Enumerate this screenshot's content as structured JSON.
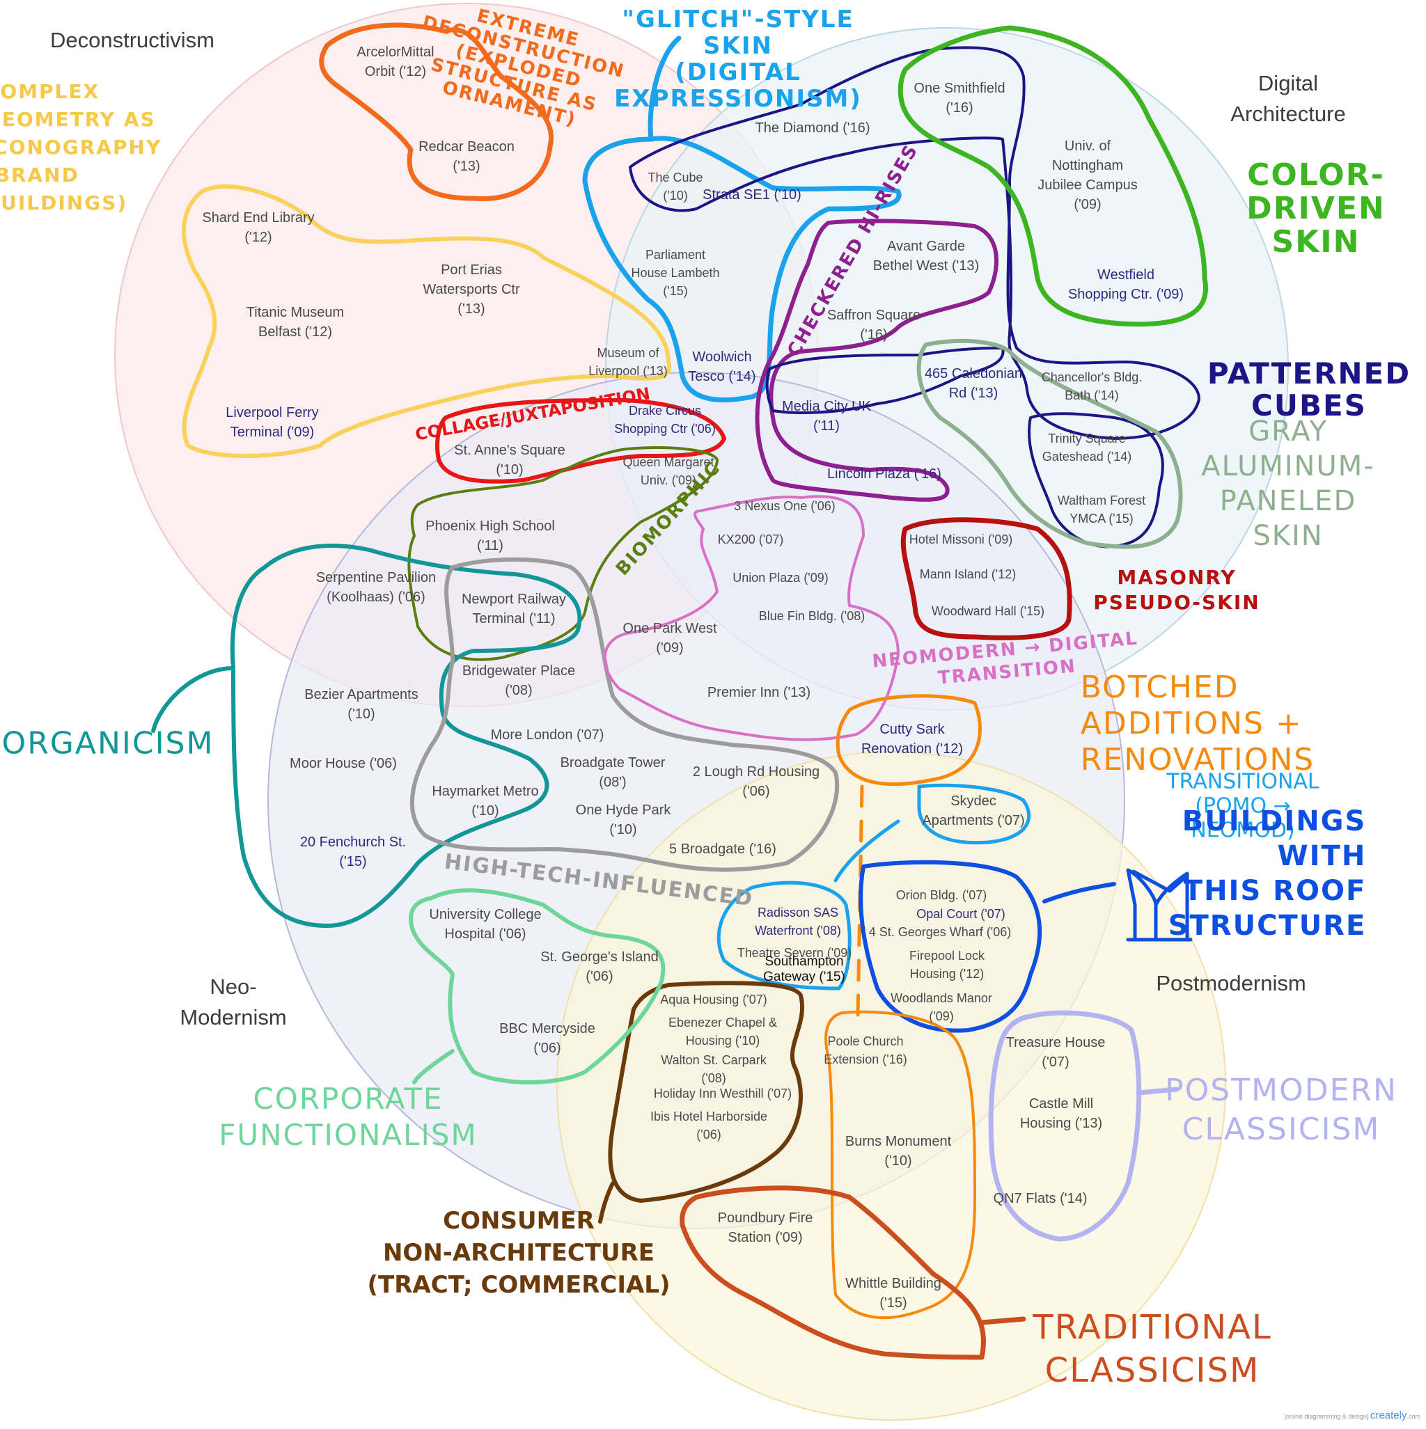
{
  "diagram": {
    "type": "venn",
    "sets": [
      {
        "id": "deconstructivism",
        "label": "Deconstructivism",
        "fill": "#fbe9ea",
        "stroke": "#f2c7cb"
      },
      {
        "id": "digital",
        "label": "Digital\nArchitecture",
        "fill": "#eaf3f7",
        "stroke": "#bcd7e4"
      },
      {
        "id": "neomodernism",
        "label": "Neo-\nModernism",
        "fill": "#ebebf7",
        "stroke": "#b8b8d8"
      },
      {
        "id": "postmodernism",
        "label": "Postmodernism",
        "fill": "#fbf5dc",
        "stroke": "#f0e1a8"
      }
    ],
    "buildings": [
      {
        "id": "arcelormittal",
        "text": "ArcelorMittal\nOrbit ('12)"
      },
      {
        "id": "redcar",
        "text": "Redcar Beacon\n('13)"
      },
      {
        "id": "shard-end",
        "text": "Shard End Library\n('12)"
      },
      {
        "id": "port-erias",
        "text": "Port Erias\nWatersports Ctr\n('13)"
      },
      {
        "id": "titanic",
        "text": "Titanic Museum\nBelfast ('12)"
      },
      {
        "id": "liverpool-ferry",
        "text": "Liverpool Ferry\nTerminal ('09)"
      },
      {
        "id": "the-cube",
        "text": "The Cube\n('10)"
      },
      {
        "id": "the-diamond",
        "text": "The Diamond ('16)"
      },
      {
        "id": "one-smithfield",
        "text": "One Smithfield\n('16)"
      },
      {
        "id": "univ-nottingham",
        "text": "Univ. of\nNottingham\nJubilee Campus\n('09)"
      },
      {
        "id": "westfield",
        "text": "Westfield\nShopping Ctr. ('09)"
      },
      {
        "id": "strata",
        "text": "Strata SE1 ('10)"
      },
      {
        "id": "parliament-house",
        "text": "Parliament\nHouse Lambeth\n('15)"
      },
      {
        "id": "avant-garde",
        "text": "Avant Garde\nBethel West ('13)"
      },
      {
        "id": "saffron-square",
        "text": "Saffron Square\n('16)"
      },
      {
        "id": "museum-liverpool",
        "text": "Museum of\nLiverpool ('13)"
      },
      {
        "id": "woolwich-tesco",
        "text": "Woolwich\nTesco ('14)"
      },
      {
        "id": "caledonian",
        "text": "465 Caledonian\nRd ('13)"
      },
      {
        "id": "chancellors",
        "text": "Chancellor's Bldg.\nBath ('14)"
      },
      {
        "id": "media-city",
        "text": "Media City UK\n('11)"
      },
      {
        "id": "drake-circus",
        "text": "Drake Circus\nShopping Ctr ('06)"
      },
      {
        "id": "st-annes",
        "text": "St. Anne's Square\n('10)"
      },
      {
        "id": "queen-margaret",
        "text": "Queen Margaret\nUniv. ('09)"
      },
      {
        "id": "lincoln-plaza",
        "text": "Lincoln Plaza ('16)"
      },
      {
        "id": "trinity-square",
        "text": "Trinity Square\nGateshead ('14)"
      },
      {
        "id": "waltham-forest",
        "text": "Waltham Forest\nYMCA ('15)"
      },
      {
        "id": "3-nexus",
        "text": "3 Nexus One ('06)"
      },
      {
        "id": "phoenix",
        "text": "Phoenix High School\n('11)"
      },
      {
        "id": "kx200",
        "text": "KX200 ('07)"
      },
      {
        "id": "hotel-missoni",
        "text": "Hotel Missoni ('09)"
      },
      {
        "id": "serpentine",
        "text": "Serpentine Pavilion\n(Koolhaas) ('06)"
      },
      {
        "id": "newport",
        "text": "Newport Railway\nTerminal ('11)"
      },
      {
        "id": "union-plaza",
        "text": "Union Plaza ('09)"
      },
      {
        "id": "mann-island",
        "text": "Mann Island ('12)"
      },
      {
        "id": "blue-fin",
        "text": "Blue Fin Bldg. ('08)"
      },
      {
        "id": "one-park-west",
        "text": "One Park West\n('09)"
      },
      {
        "id": "woodward-hall",
        "text": "Woodward Hall ('15)"
      },
      {
        "id": "bridgewater",
        "text": "Bridgewater Place\n('08)"
      },
      {
        "id": "bezier",
        "text": "Bezier Apartments\n('10)"
      },
      {
        "id": "premier-inn",
        "text": "Premier Inn ('13)"
      },
      {
        "id": "more-london",
        "text": "More London ('07)"
      },
      {
        "id": "moor-house",
        "text": "Moor House ('06)"
      },
      {
        "id": "broadgate-tower",
        "text": "Broadgate Tower\n(08')"
      },
      {
        "id": "lough-rd",
        "text": "2 Lough Rd Housing\n('06)"
      },
      {
        "id": "cutty-sark",
        "text": "Cutty Sark\nRenovation ('12)"
      },
      {
        "id": "haymarket",
        "text": "Haymarket Metro\n('10)"
      },
      {
        "id": "one-hyde-park",
        "text": "One Hyde Park\n('10)"
      },
      {
        "id": "skydec",
        "text": "Skydec\nApartments ('07)"
      },
      {
        "id": "fenchurch",
        "text": "20 Fenchurch St.\n('15)"
      },
      {
        "id": "5-broadgate",
        "text": "5 Broadgate ('16)"
      },
      {
        "id": "ucl-hospital",
        "text": "University College\nHospital ('06)"
      },
      {
        "id": "radisson",
        "text": "Radisson SAS\nWaterfront ('08)"
      },
      {
        "id": "orion",
        "text": "Orion Bldg. ('07)"
      },
      {
        "id": "opal-court",
        "text": "Opal Court ('07)"
      },
      {
        "id": "st-georges-wharf",
        "text": "4 St. Georges Wharf ('06)"
      },
      {
        "id": "st-georges-island",
        "text": "St. George's Island\n('06)"
      },
      {
        "id": "theatre-severn",
        "text": "Theatre Severn ('09)"
      },
      {
        "id": "southampton-gateway",
        "text": "Southampton\nGateway ('15)"
      },
      {
        "id": "firepool-lock",
        "text": "Firepool Lock\nHousing ('12)"
      },
      {
        "id": "aqua-housing",
        "text": "Aqua Housing ('07)"
      },
      {
        "id": "woodlands-manor",
        "text": "Woodlands Manor\n('09)"
      },
      {
        "id": "ebenezer",
        "text": "Ebenezer Chapel &\nHousing ('10)"
      },
      {
        "id": "bbc-mercyside",
        "text": "BBC Mercyside\n('06)"
      },
      {
        "id": "poole-church",
        "text": "Poole Church\nExtension ('16)"
      },
      {
        "id": "treasure-house",
        "text": "Treasure House\n('07)"
      },
      {
        "id": "walton-st",
        "text": "Walton St. Carpark\n('08)"
      },
      {
        "id": "holiday-inn",
        "text": "Holiday Inn Westhill ('07)"
      },
      {
        "id": "castle-mill",
        "text": "Castle Mill\nHousing ('13)"
      },
      {
        "id": "ibis-hotel",
        "text": "Ibis Hotel Harborside\n('06)"
      },
      {
        "id": "burns-monument",
        "text": "Burns Monument\n('10)"
      },
      {
        "id": "qn7-flats",
        "text": "QN7 Flats ('14)"
      },
      {
        "id": "poundbury",
        "text": "Poundbury Fire\nStation ('09)"
      },
      {
        "id": "whittle",
        "text": "Whittle Building\n('15)"
      }
    ],
    "annotations": [
      {
        "id": "extreme-deconstruction",
        "text": "Extreme\nDeconstruction\n(Exploded\nStructure as\nOrnament)",
        "color": "#f26a1b"
      },
      {
        "id": "complex-geometry",
        "text": "Complex\nGeometry as\nIconography\n(Brand\nBuildings)",
        "color": "#f7c84a"
      },
      {
        "id": "glitch-style",
        "text": "\"Glitch\"-Style\nSkin\n(Digital\nExpressionism)",
        "color": "#1aa3ec"
      },
      {
        "id": "color-driven",
        "text": "Color-\nDriven Skin",
        "color": "#3cb521"
      },
      {
        "id": "checkered-hirises",
        "text": "Checkered Hi-Rises",
        "color": "#8d1f8f"
      },
      {
        "id": "patterned-cubes",
        "text": "Patterned\nCubes",
        "color": "#1c1585"
      },
      {
        "id": "collage",
        "text": "Collage/Juxtaposition",
        "color": "#e81616"
      },
      {
        "id": "gray-aluminum",
        "text": "Gray\nAluminum-\nPaneled Skin",
        "color": "#8fb08f"
      },
      {
        "id": "biomorphic",
        "text": "Biomorphic",
        "color": "#5a7f10"
      },
      {
        "id": "masonry",
        "text": "Masonry\nPseudo-Skin",
        "color": "#b80f0f"
      },
      {
        "id": "neomodern-digital",
        "text": "Neomodern → Digital\nTransition",
        "color": "#d871c6"
      },
      {
        "id": "organicism",
        "text": "Organicism",
        "color": "#129696"
      },
      {
        "id": "botched",
        "text": "Botched\nAdditions +\nRenovations",
        "color": "#f58a0c"
      },
      {
        "id": "transitional",
        "text": "Transitional (PoMo → NeoMod)",
        "color": "#1aa3ec"
      },
      {
        "id": "high-tech",
        "text": "High-Tech-Influenced",
        "color": "#9c9c9c"
      },
      {
        "id": "roof-structure",
        "text": "Buildings with\nthis roof\nstructure",
        "color": "#0d4fe0"
      },
      {
        "id": "corporate-functionalism",
        "text": "Corporate\nFunctionalism",
        "color": "#6fd69a"
      },
      {
        "id": "postmodern-classicism",
        "text": "Postmodern\nClassicism",
        "color": "#b3b3f2"
      },
      {
        "id": "consumer",
        "text": "Consumer\nNon-Architecture\n(Tract; Commercial)",
        "color": "#6b3a0b"
      },
      {
        "id": "traditional-classicism",
        "text": "Traditional\nClassicism",
        "color": "#cc4e1e"
      }
    ],
    "watermark": {
      "prefix": "[online diagramming & design]",
      "brand": "creately",
      "suffix": ".com"
    }
  }
}
